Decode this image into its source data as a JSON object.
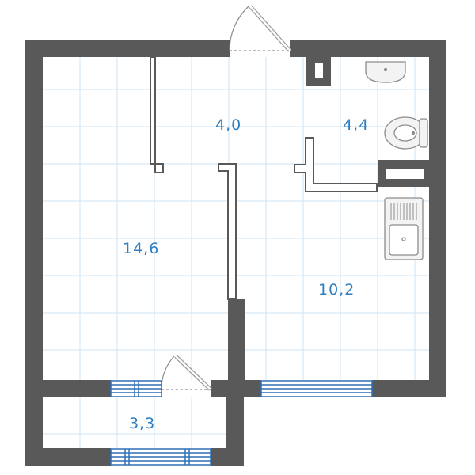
{
  "rooms": [
    {
      "id": "living",
      "area": "14,6"
    },
    {
      "id": "hall",
      "area": "4,0"
    },
    {
      "id": "bathroom",
      "area": "4,4"
    },
    {
      "id": "kitchen",
      "area": "10,2"
    },
    {
      "id": "balcony",
      "area": "3,3"
    }
  ],
  "colors": {
    "wall": "#595959",
    "wall_inner_line": "#777777",
    "grid_line": "#cfe3f3",
    "label": "#2f7fc1",
    "window": "#2f6fb6",
    "fixture_stroke": "#8c8c8c",
    "fixture_fill": "#f3f3f3"
  }
}
